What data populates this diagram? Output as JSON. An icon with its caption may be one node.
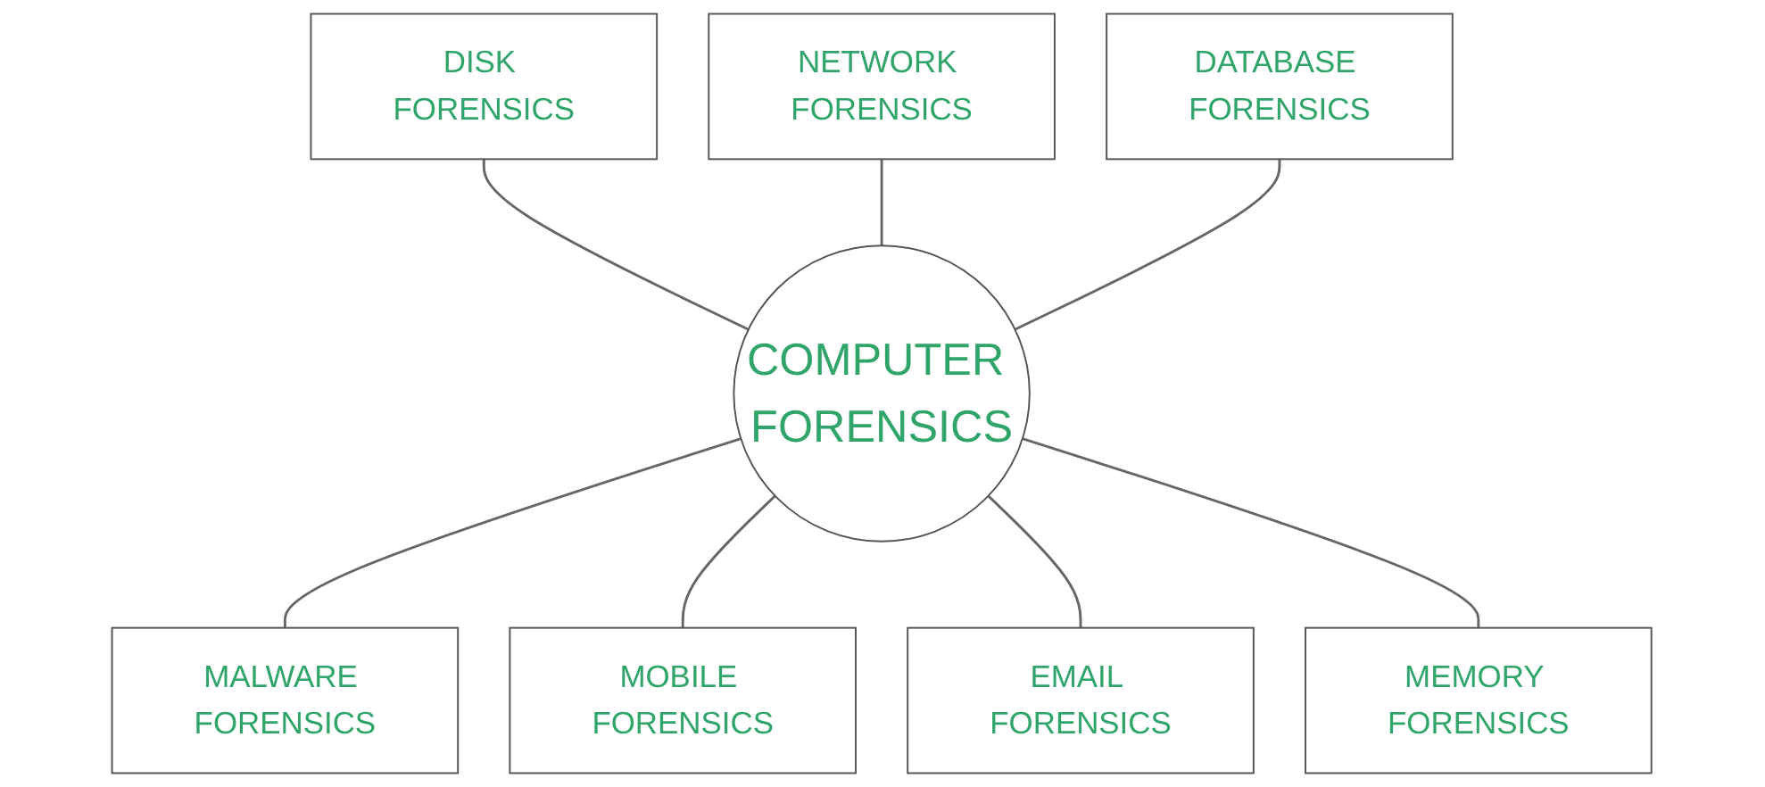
{
  "diagram": {
    "nodes": [
      {
        "text": [
          "NETWORK FORENSICS"
        ]
      },
      {
        "text": [
          "DISK FORENSICS"
        ]
      },
      {
        "text": [
          "DATABASE FORENSICS"
        ]
      },
      {
        "text": [
          "COMPUTER FORENSICS"
        ]
      },
      {
        "text": [
          "MALWARE FORENSICS"
        ]
      },
      {
        "text": [
          "MOBILE FORENSICS"
        ]
      },
      {
        "text": [
          "EMAIL FORENSICS"
        ]
      },
      {
        "text": [
          "MEMORY FORENSICS"
        ]
      }
    ],
    "edges": [
      {
        "from": 1,
        "to": 3,
        "arrow": "none"
      },
      {
        "from": 0,
        "to": 3,
        "arrow": "none"
      },
      {
        "from": 2,
        "to": 3,
        "arrow": "none"
      },
      {
        "from": 3,
        "to": 4,
        "arrow": "none"
      },
      {
        "from": 3,
        "to": 5,
        "arrow": "none"
      },
      {
        "from": 3,
        "to": 6,
        "arrow": "none"
      },
      {
        "from": 3,
        "to": 7,
        "arrow": "none"
      }
    ]
  }
}
